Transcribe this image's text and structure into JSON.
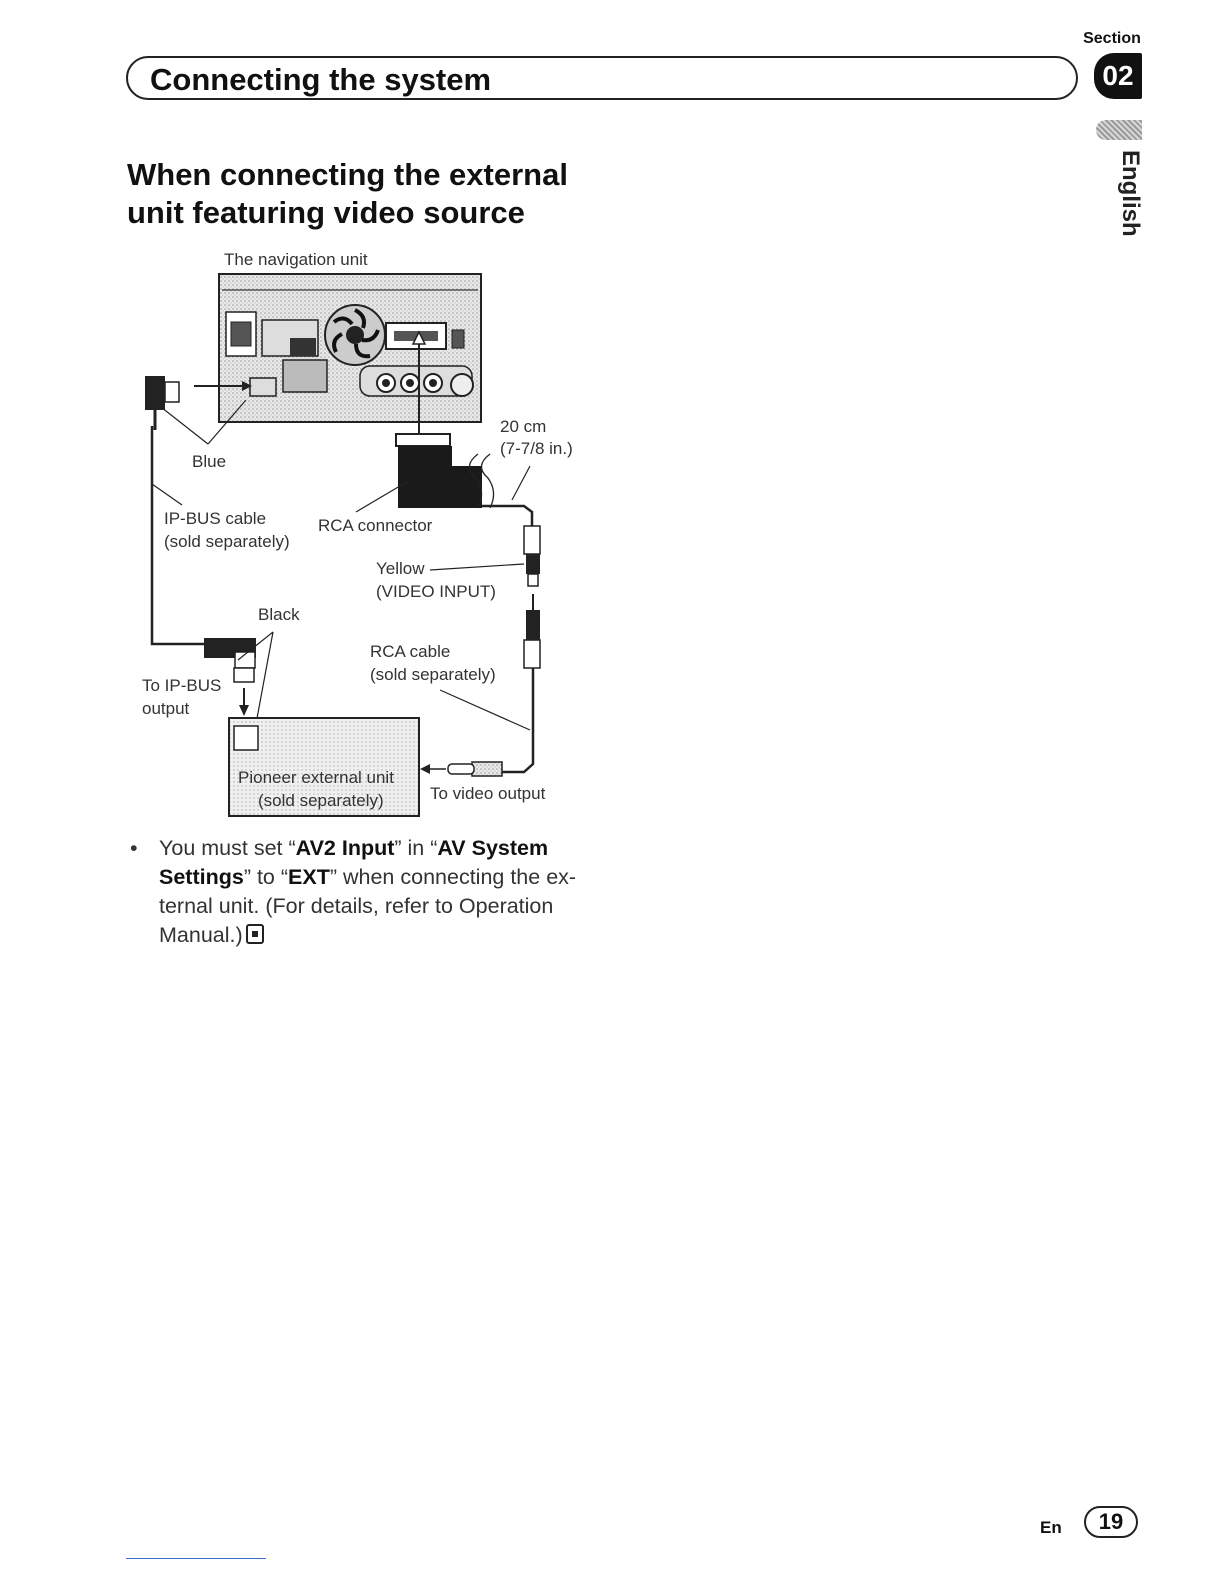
{
  "section": {
    "label": "Section",
    "number": "02"
  },
  "header": {
    "title": "Connecting the system"
  },
  "language": "English",
  "heading": {
    "line1": "When connecting the external",
    "line2": "unit featuring video source"
  },
  "diagram": {
    "nav_unit": "The navigation unit",
    "blue": "Blue",
    "length": "20 cm",
    "length_in": "(7-7/8 in.)",
    "ipbus_cable": "IP-BUS cable",
    "ipbus_sold": "(sold separately)",
    "rca_connector": "RCA connector",
    "yellow": "Yellow",
    "video_input": "(VIDEO INPUT)",
    "black": "Black",
    "rca_cable": "RCA cable",
    "rca_sold": "(sold separately)",
    "to_ipbus": "To IP-BUS",
    "output": "output",
    "external_unit": "Pioneer external unit",
    "external_sold": "(sold separately)",
    "to_video_output": "To video output"
  },
  "note": {
    "bullet": "•",
    "t1": "You must set “",
    "b1": "AV2 Input",
    "t2": "” in “",
    "b2": "AV System Settings",
    "t3": "” to “",
    "b3": "EXT",
    "t4": "” when connecting the ex- ternal unit. (For details, refer to Operation Manual.)"
  },
  "footer": {
    "lang": "En",
    "page": "19"
  }
}
